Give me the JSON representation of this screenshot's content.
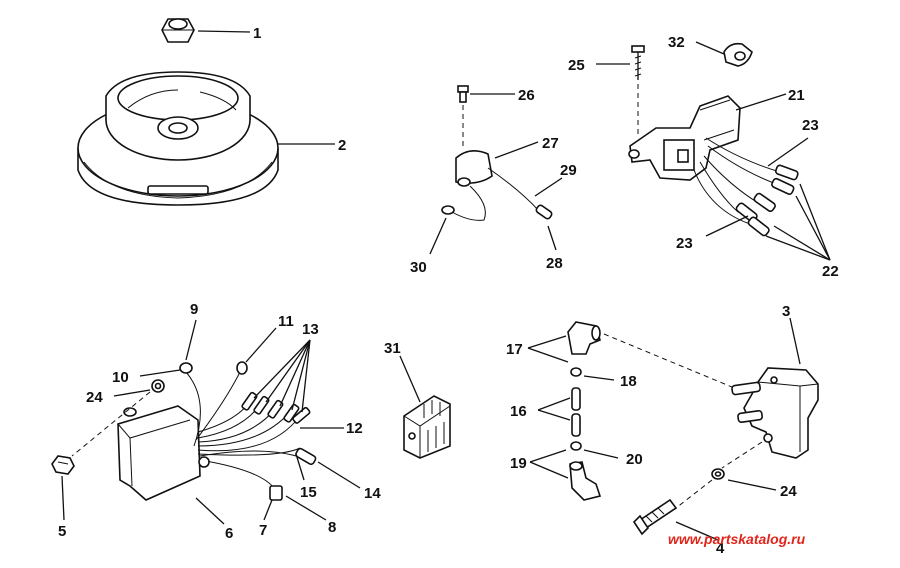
{
  "callouts": {
    "c1": "1",
    "c2": "2",
    "c3": "3",
    "c4": "4",
    "c5": "5",
    "c6": "6",
    "c7": "7",
    "c8": "8",
    "c9": "9",
    "c10": "10",
    "c11": "11",
    "c12": "12",
    "c13": "13",
    "c14": "14",
    "c15": "15",
    "c16": "16",
    "c17": "17",
    "c18": "18",
    "c19": "19",
    "c20": "20",
    "c21": "21",
    "c22": "22",
    "c23a": "23",
    "c23b": "23",
    "c24a": "24",
    "c24b": "24",
    "c25": "25",
    "c26": "26",
    "c27": "27",
    "c28": "28",
    "c29": "29",
    "c30": "30",
    "c31": "31",
    "c32": "32"
  },
  "watermark": "www.partskatalog.ru"
}
